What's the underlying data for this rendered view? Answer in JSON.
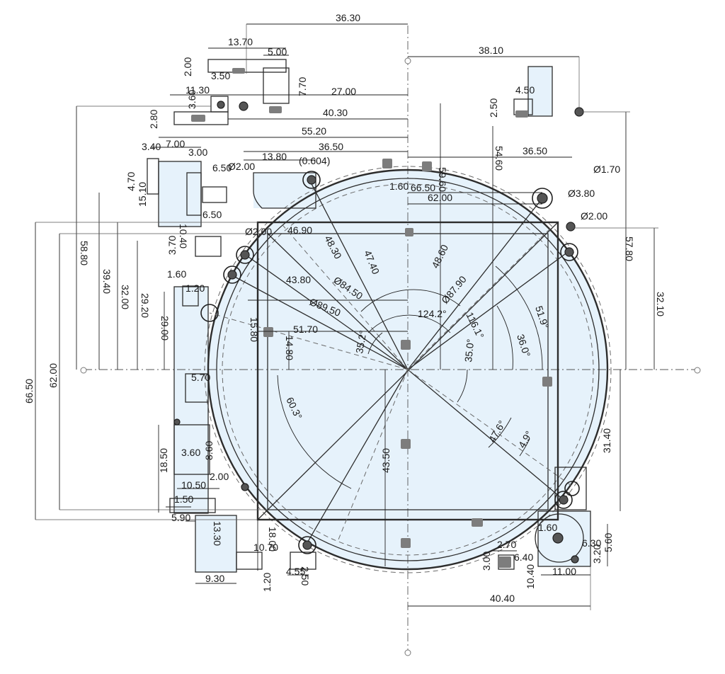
{
  "dimensions": {
    "d_36_30": "36.30",
    "d_38_10": "38.10",
    "d_13_70": "13.70",
    "d_5_00": "5.00",
    "d_2_00a": "2.00",
    "d_3_50": "3.50",
    "d_7_70": "7.70",
    "d_11_30": "11.30",
    "d_27_00": "27.00",
    "d_3_60": "3.60",
    "d_2_80": "2.80",
    "d_40_30": "40.30",
    "d_4_50": "4.50",
    "d_2_50": "2.50",
    "d_55_20": "55.20",
    "d_59_60": "59.60",
    "d_54_60": "54.60",
    "d_36_50a": "36.50",
    "d_36_50b": "36.50",
    "d_3_40": "3.40",
    "d_7_00": "7.00",
    "d_3_00": "3.00",
    "d_13_80": "13.80",
    "d_0_604": "(0.604)",
    "d_6_50a": "6.50",
    "d_dia_2_00a": "Ø2.00",
    "d_4_70": "4.70",
    "d_15_10": "15.10",
    "d_10_40": "10.40",
    "d_6_50b": "6.50",
    "d_1_60a": "1.60",
    "d_66_50": "66.50",
    "d_62_00": "62.00",
    "d_dia_1_70": "Ø1.70",
    "d_dia_3_80": "Ø3.80",
    "d_dia_2_00b": "Ø2.00",
    "d_dia_2_00c": "Ø2.00",
    "d_46_90": "46.90",
    "d_48_30": "48.30",
    "d_47_40": "47.40",
    "d_48_60": "48.60",
    "d_58_80": "58.80",
    "d_39_40": "39.40",
    "d_32_00": "32.00",
    "d_29_20": "29.20",
    "d_3_70": "3.70",
    "d_1_60b": "1.60",
    "d_1_20": "1.20",
    "d_43_80": "43.80",
    "d_dia_84_50": "Ø84.50",
    "d_dia_87_90": "Ø87.90",
    "d_dia_89_50": "Ø89.50",
    "d_124_2": "124.2°",
    "d_116_1": "116.1°",
    "d_51_9": "51.9°",
    "d_36_0": "36.0°",
    "d_35_0": "35.0°",
    "d_35_2": "35.2°",
    "d_51_70": "51.70",
    "d_15_80": "15.80",
    "d_14_80": "14.80",
    "d_29_00": "29.00",
    "d_57_80": "57.80",
    "d_32_10": "32.10",
    "d_66_50b": "66.50",
    "d_62_00b": "62.00",
    "d_60_3": "60.3°",
    "d_43_50": "43.50",
    "d_47_6": "47.6°",
    "d_4_9": "4.9°",
    "d_31_40": "31.40",
    "d_5_70": "5.70",
    "d_18_50": "18.50",
    "d_3_60b": "3.60",
    "d_8_60": "8.60",
    "d_2_00b": "2.00",
    "d_10_50": "10.50",
    "d_1_50": "1.50",
    "d_5_90": "5.90",
    "d_13_30": "13.30",
    "d_18_00": "18.00",
    "d_10_70": "10.70",
    "d_2_50b": "2.50",
    "d_4_55": "4.55",
    "d_9_30": "9.30",
    "d_1_20b": "1.20",
    "d_2_70": "2.70",
    "d_3_00b": "3.00",
    "d_6_40": "6.40",
    "d_10_40b": "10.40",
    "d_11_00": "11.00",
    "d_40_40": "40.40",
    "d_1_60c": "1.60",
    "d_6_30": "6.30",
    "d_3_20": "3.20",
    "d_5_60": "5.60"
  }
}
